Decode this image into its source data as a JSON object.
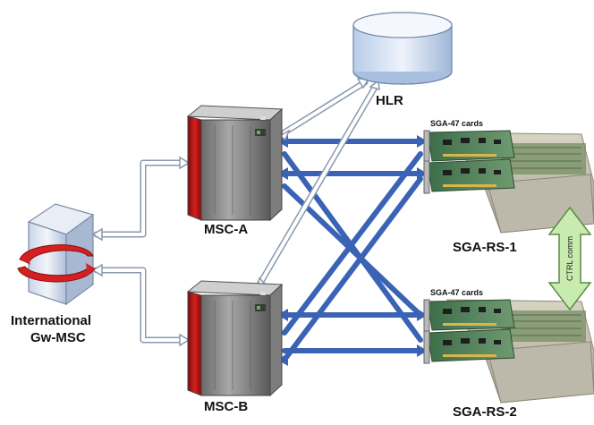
{
  "nodes": {
    "hlr": {
      "label": "HLR"
    },
    "msc_a": {
      "label": "MSC-A"
    },
    "msc_b": {
      "label": "MSC-B"
    },
    "gw": {
      "label_line1": "International",
      "label_line2": "Gw-MSC"
    },
    "rs1": {
      "label": "SGA-RS-1",
      "cards_label": "SGA-47 cards"
    },
    "rs2": {
      "label": "SGA-RS-2",
      "cards_label": "SGA-47 cards"
    }
  },
  "link": {
    "ctrl_label": "CTRL comm"
  },
  "colors": {
    "trunk_blue": "#3a63b5",
    "signal_outline": "#8a98b0",
    "ctrl_green": "#c8ecb0",
    "server_red": "#c01818"
  }
}
